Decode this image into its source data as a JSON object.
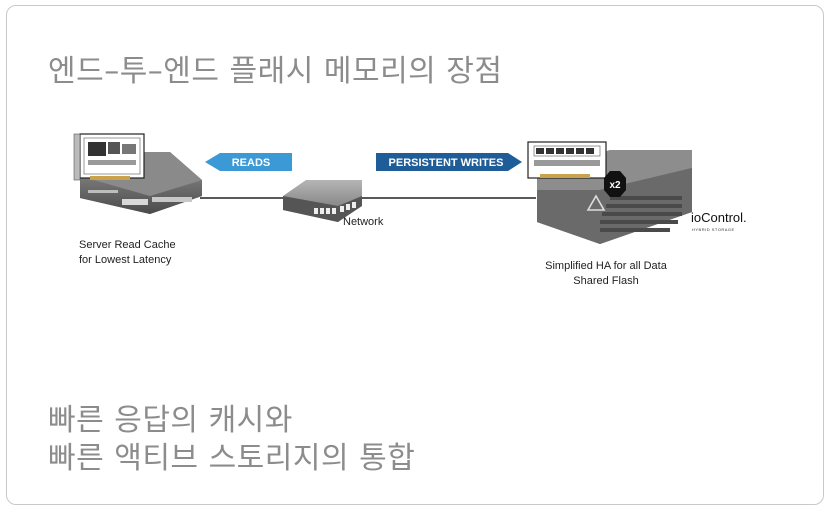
{
  "title": "엔드–투–엔드 플래시 메모리의 장점",
  "bottom_title": {
    "line1": "빠른 응답의 캐시와",
    "line2": "빠른 액티브 스토리지의 통합"
  },
  "diagram": {
    "reads_label": "READS",
    "writes_label": "PERSISTENT WRITES",
    "network_label": "Network",
    "server_label_line1": "Server Read Cache",
    "server_label_line2": "for Lowest Latency",
    "storage_label_line1": "Simplified HA for all Data",
    "storage_label_line2": "Shared Flash",
    "multiplier_badge": "x2",
    "brand_logo": "ioControl.",
    "brand_tagline": "HYBRID STORAGE"
  },
  "colors": {
    "reads_arrow": "#3b9ad6",
    "writes_arrow": "#1f5d99",
    "title_text": "#8c8c8c",
    "device_body": "#6f6f6f"
  }
}
